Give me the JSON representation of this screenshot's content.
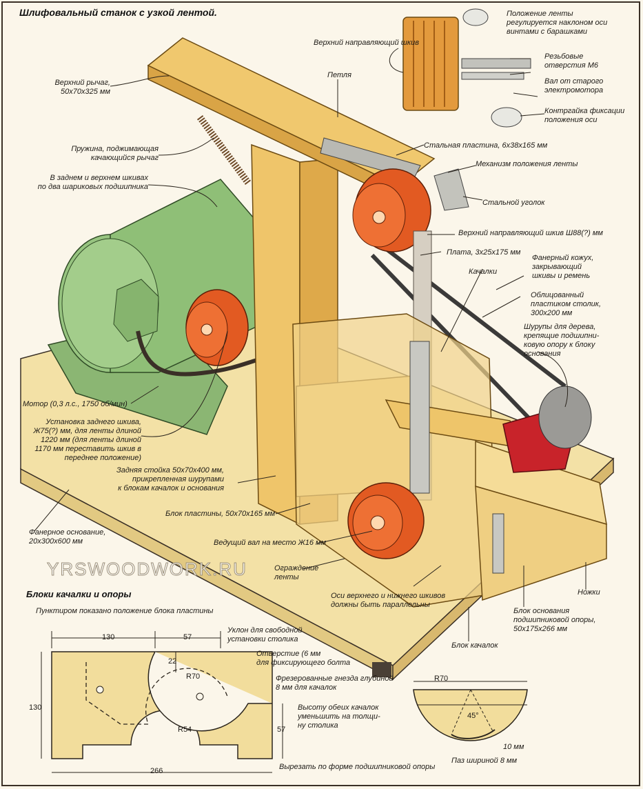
{
  "title": "Шлифовальный станок с узкой лентой.",
  "subtitle": "Блоки качалки и опоры",
  "watermark": "YRSWOODWORK.RU",
  "labels": {
    "upper_pulley_small": "Верхний направляющий шкив",
    "belt_position": [
      "Положение ленты",
      "регулируется наклоном оси",
      "винтами с барашками"
    ],
    "threaded_holes": [
      "Резьбовые",
      "отверстия М6"
    ],
    "shaft": [
      "Вал от старого",
      "электромотора"
    ],
    "locknut": [
      "Контргайка фиксации",
      "положения оси"
    ],
    "upper_lever": [
      "Верхний рычаг,",
      "50х70х325 мм"
    ],
    "hinge": "Петля",
    "spring": [
      "Пружина, поджимающая",
      "качающийся рычаг"
    ],
    "steel_plate": "Стальная пластина, 6х38х165 мм",
    "bearings": [
      "В заднем и верхнем шкивах",
      "по два шариковых подшипника"
    ],
    "belt_mechanism": "Механизм положения ленты",
    "steel_angle": "Стальной уголок",
    "upper_pulley_big": "Верхний направляющий шкив Ш88(?) мм",
    "plate": "Плата, 3х25х175 мм",
    "rockers": "Качалки",
    "plywood_cover": [
      "Фанерный кожух,",
      "закрывающий",
      "шкивы и ремень"
    ],
    "table": [
      "Облицованный",
      "пластиком столик,",
      "300х200 мм"
    ],
    "screws": [
      "Шурупы для дерева,",
      "крепящие подшипни-",
      "ковую опору к блоку",
      "основания"
    ],
    "motor": "Мотор (0,3 л.с., 1750 об/мин)",
    "rear_pulley": [
      "Установка заднего шкива,",
      "Ж75(?) мм, для ленты длиной",
      "1220 мм (для ленты длиной",
      "1170 мм переставить шкив в",
      "переднее положение)"
    ],
    "rear_post": [
      "Задняя стойка 50х70х400 мм,",
      "прикрепленная шурупами",
      "к блокам качалок и основания"
    ],
    "plate_block": "Блок пластины, 50х70х165 мм",
    "plywood_base": [
      "Фанерное основание,",
      "20х300х600 мм"
    ],
    "drive_shaft": "Ведущий вал на место Ж16 мм",
    "belt_guard": [
      "Ограждение",
      "ленты"
    ],
    "parallel": [
      "Оси верхнего и нижнего шкивов",
      "должны быть параллельны"
    ],
    "feet": "Ножки",
    "bearing_base": [
      "Блок основания",
      "подшипниковой опоры,",
      "50х175х266 мм"
    ],
    "rocker_block": "Блок качалок",
    "dashed_note": "Пунктиром показано положение блока пластины",
    "slope_note": [
      "Уклон для свободной",
      "установки столика"
    ],
    "hole_note": [
      "Отверстие (6 мм",
      "для фиксирующего болта"
    ],
    "milled_note": [
      "Фрезерованные гнезда глубиной",
      "8 мм для качалок"
    ],
    "reduce_note": [
      "Высоту обеих качалок",
      "уменьшить на толщи-",
      "ну столика"
    ],
    "cut_note": "Вырезать по форме подшипниковой опоры",
    "slot_note": "Паз шириной 8 мм",
    "ten_mm": "10 мм"
  },
  "dims": {
    "d130_top": "130",
    "d57_top": "57",
    "d22": "22",
    "r70_left": "R70",
    "d130_left": "130",
    "r54": "R54",
    "d57_right": "57",
    "d266": "266",
    "r70_right": "R70",
    "angle45": "45°"
  },
  "colors": {
    "wood": "#eec56a",
    "wood_dark": "#c9922f",
    "motor": "#8fbf77",
    "pulley": "#d9501e",
    "bearing_red": "#c8232a",
    "plywood": "#f2dea0",
    "ink": "#2a241c"
  }
}
